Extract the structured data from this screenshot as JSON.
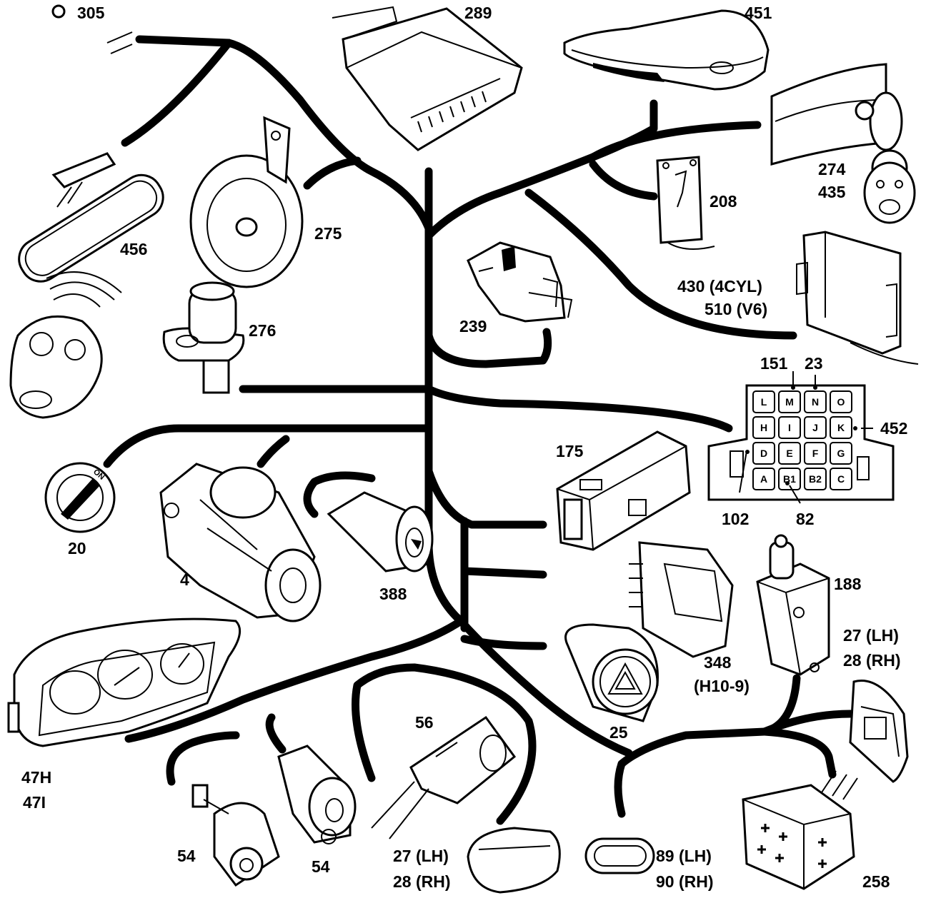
{
  "labels": {
    "p305": "305",
    "p289": "289",
    "p451": "451",
    "p456": "456",
    "p275": "275",
    "p274": "274",
    "p435": "435",
    "p208": "208",
    "p276": "276",
    "p239": "239",
    "p430": "430 (4CYL)",
    "p510": "510 (V6)",
    "p151": "151",
    "p23": "23",
    "p452": "452",
    "p175": "175",
    "p102": "102",
    "p82": "82",
    "p20": "20",
    "p4": "4",
    "p388": "388",
    "p188": "188",
    "p27lh_r": "27 (LH)",
    "p28rh_r": "28 (RH)",
    "p348": "348",
    "p348b": "(H10-9)",
    "p25": "25",
    "p56": "56",
    "p47h": "47H",
    "p47i": "47I",
    "p54a": "54",
    "p54b": "54",
    "p27lh_b": "27 (LH)",
    "p28rh_b": "28 (RH)",
    "p89": "89 (LH)",
    "p90": "90 (RH)",
    "p258": "258"
  },
  "fusebox": {
    "row1": [
      "L",
      "M",
      "N",
      "O"
    ],
    "row2": [
      "H",
      "I",
      "J",
      "K"
    ],
    "row3": [
      "D",
      "E",
      "F",
      "G"
    ],
    "row4": [
      "A",
      "B1",
      "B2",
      "C"
    ]
  },
  "switch_text": "ON",
  "colors": {
    "ink": "#000000",
    "paper": "#ffffff"
  }
}
